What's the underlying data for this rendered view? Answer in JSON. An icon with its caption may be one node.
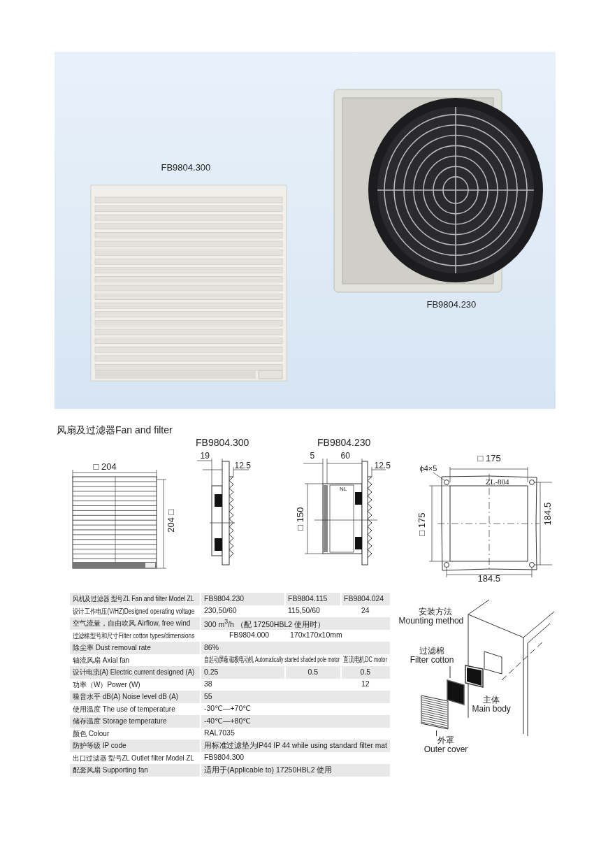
{
  "diagram": {
    "nodes": [
      {
        "text": [
          "过滤棉",
          "Filter cotton"
        ]
      },
      {
        "text": [],
        "shape": "box"
      },
      {
        "text": [
          "外罩",
          "Outer cover"
        ]
      },
      {
        "text": [],
        "shape": "picture"
      }
    ],
    "edges": [
      {
        "from": 0,
        "to": 1,
        "arrow": "none"
      },
      {
        "from": 2,
        "to": 3,
        "arrow": "none"
      }
    ],
    "labels": [
      "FB9804.300",
      "FB9804.230",
      "风扇及过滤器Fan and filter",
      "FB9804.300",
      "FB9804.230",
      "□ 204",
      "204 □",
      "19",
      "12.5",
      "5",
      "60",
      "12.5",
      "□ 150",
      "NL",
      "□ 175",
      "ϕ4×5",
      "ZL-804",
      "□ 175",
      "184.5",
      "184.5",
      "风机及过滤器 型号ZL Fan and filter Model ZL",
      "FB9804.230",
      "FB9804.115",
      "FB9804.024",
      "设计工作电压(V/HZ)Designed operating voltage",
      "230,50/60",
      "115,50/60",
      "24",
      "空气流量，自由吹风 Airflow, free wind",
      "300 m$^{3}$/h （配 17250HBL2 使用时）",
      "过滤棉型号和尺寸Filter cotton types/dimensions",
      "FB9804.000",
      "170x170x10mm",
      "除尘率 Dust removal rate",
      "86%",
      "轴流风扇 Axial fan",
      "自起动屏蔽磁极电动机 Automatically started shaded pole motor",
      "直流电机DC motor",
      "设计电流(A) Electric current designed (A)",
      "0.25",
      "0.5",
      "0.5",
      "功率（W）Power (W)",
      "38",
      "12",
      "噪音水平 dB(A) Noise level dB (A)",
      "55",
      "使用温度 The use of temperature",
      "-30℃—+70℃",
      "储存温度 Storage temperature",
      "-40℃—+80℃",
      "颜色 Colour",
      "RAL7035",
      "防护等级 IP code",
      "用标准过滤垫为IP44 IP 44 while using standard filter mat",
      "出口过滤器 型号ZL Outlet filter Model ZL",
      "FB9804.300",
      "配套风扇 Supporting fan",
      "适用于(Applicable to) 17250HBL2 使用",
      "安装方法",
      "Mounting method",
      "主体",
      "Main body"
    ]
  }
}
